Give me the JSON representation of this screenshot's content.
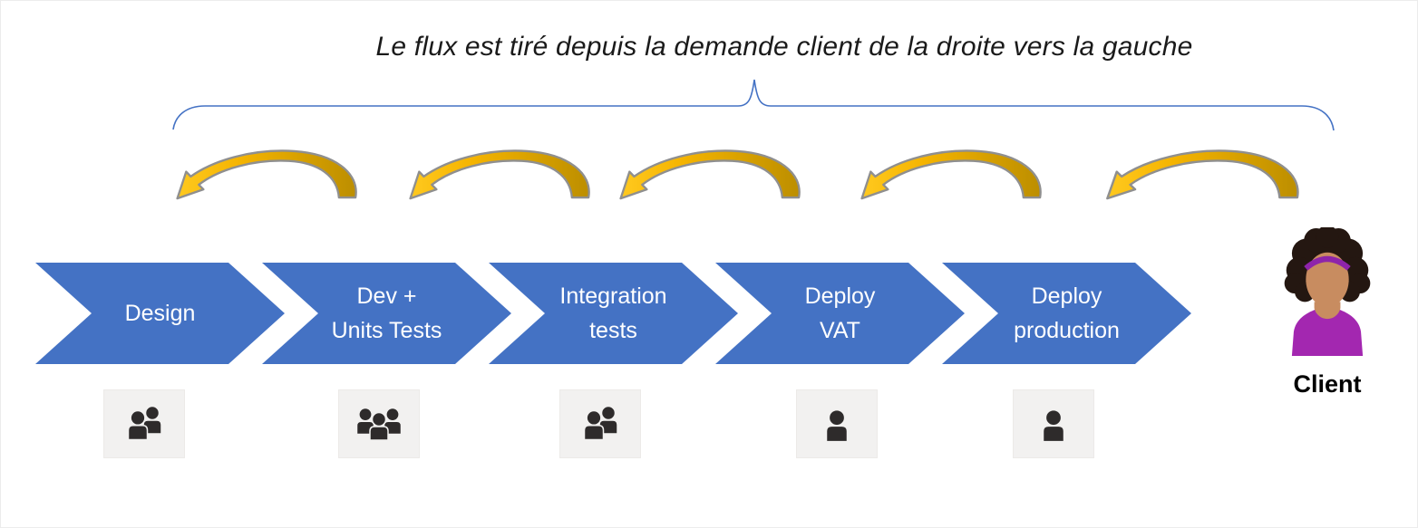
{
  "title": "Le flux est tiré depuis la demande client de la droite vers la gauche",
  "flow_direction": "right-to-left",
  "stages": [
    {
      "line1": "Design",
      "line2": "",
      "team_size": 2
    },
    {
      "line1": "Dev +",
      "line2": "Units Tests",
      "team_size": 3
    },
    {
      "line1": "Integration",
      "line2": "tests",
      "team_size": 2
    },
    {
      "line1": "Deploy",
      "line2": "VAT",
      "team_size": 1
    },
    {
      "line1": "Deploy",
      "line2": "production",
      "team_size": 1
    }
  ],
  "client": {
    "label": "Client"
  },
  "icons": {
    "pull_arrow": "curved-left-arrow-icon",
    "team": "people-silhouette-icon",
    "client_avatar": "woman-avatar-icon",
    "brace": "top-curly-brace"
  },
  "colors": {
    "chevron_blue": "#4472C4",
    "stage_text": "#FFFFFF",
    "arrow_yellow_head": "#FFC000",
    "arrow_gold_tail": "#BF9000",
    "arrow_outline": "#8F8F8F",
    "brace_blue": "#4472C4",
    "title_text": "#1A1A1A",
    "icon_background": "#F2F1F0",
    "icon_person": "#2E2B2B",
    "client_shirt": "#A327B0",
    "client_headband": "#8E24AA",
    "client_skin": "#C88C60",
    "client_hair": "#241711"
  }
}
